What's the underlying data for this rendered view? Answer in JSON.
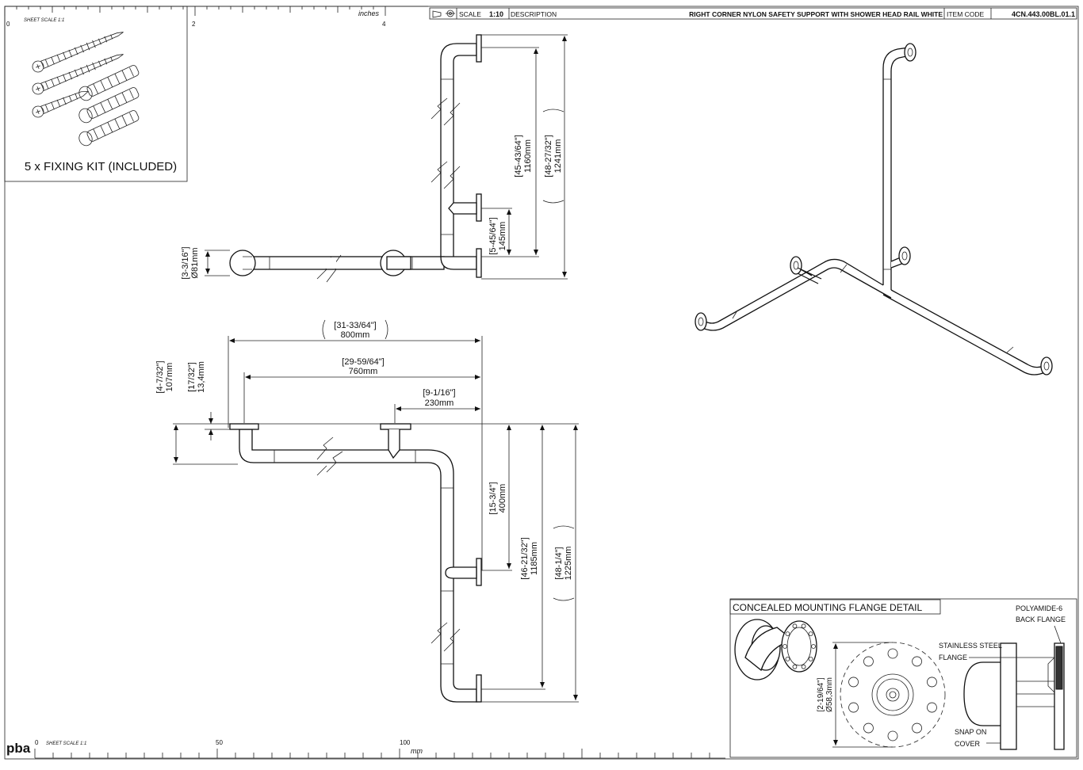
{
  "title_block": {
    "scale_label": "SCALE",
    "scale_value": "1:10",
    "description_label": "DESCRIPTION",
    "description": "RIGHT CORNER NYLON SAFETY SUPPORT WITH SHOWER HEAD RAIL WHITE",
    "item_code_label": "ITEM CODE",
    "item_code": "4CN.443.00BL.01.1"
  },
  "top_ruler": {
    "unit": "inches",
    "ticks": [
      "0",
      "2",
      "4"
    ]
  },
  "bottom_ruler": {
    "unit": "mm",
    "sheet_scale": "SHEET SCALE 1:1",
    "ticks": [
      "0",
      "50",
      "100"
    ]
  },
  "fixing_kit": {
    "sheet_scale": "SHEET SCALE 1:1",
    "caption": "5 x FIXING KIT (INCLUDED)"
  },
  "logo": "pba",
  "front_view": {
    "dim_vertical_1": {
      "imperial": "[45-43/64\"]",
      "metric": "1160mm"
    },
    "dim_vertical_2": {
      "imperial": "[48-27/32\"]",
      "metric": "1241mm"
    },
    "dim_short": {
      "imperial": "[5-45/64\"]",
      "metric": "145mm"
    },
    "dim_flange": {
      "imperial": "[3-3/16\"]",
      "metric": "Ø81mm"
    }
  },
  "plan_view": {
    "dim_800": {
      "imperial": "[31-33/64\"]",
      "metric": "800mm"
    },
    "dim_760": {
      "imperial": "[29-59/64\"]",
      "metric": "760mm"
    },
    "dim_230": {
      "imperial": "[9-1/16\"]",
      "metric": "230mm"
    },
    "dim_107": {
      "imperial": "[4-7/32\"]",
      "metric": "107mm"
    },
    "dim_34": {
      "imperial": "[17/32\"]",
      "metric": "13,4mm"
    },
    "dim_400": {
      "imperial": "[15-3/4\"]",
      "metric": "400mm"
    },
    "dim_1185": {
      "imperial": "[46-21/32\"]",
      "metric": "1185mm"
    },
    "dim_1225": {
      "imperial": "[48-1/4\"]",
      "metric": "1225mm"
    }
  },
  "detail": {
    "title": "CONCEALED MOUNTING FLANGE DETAIL",
    "label_back_flange": [
      "POLYAMIDE-6",
      "BACK FLANGE"
    ],
    "label_steel_flange": [
      "STAINLESS STEEL",
      "FLANGE"
    ],
    "label_cover": [
      "SNAP ON",
      "COVER"
    ],
    "dim_diameter": {
      "imperial": "[2-19/64\"]",
      "metric": "Ø58,3mm"
    }
  }
}
